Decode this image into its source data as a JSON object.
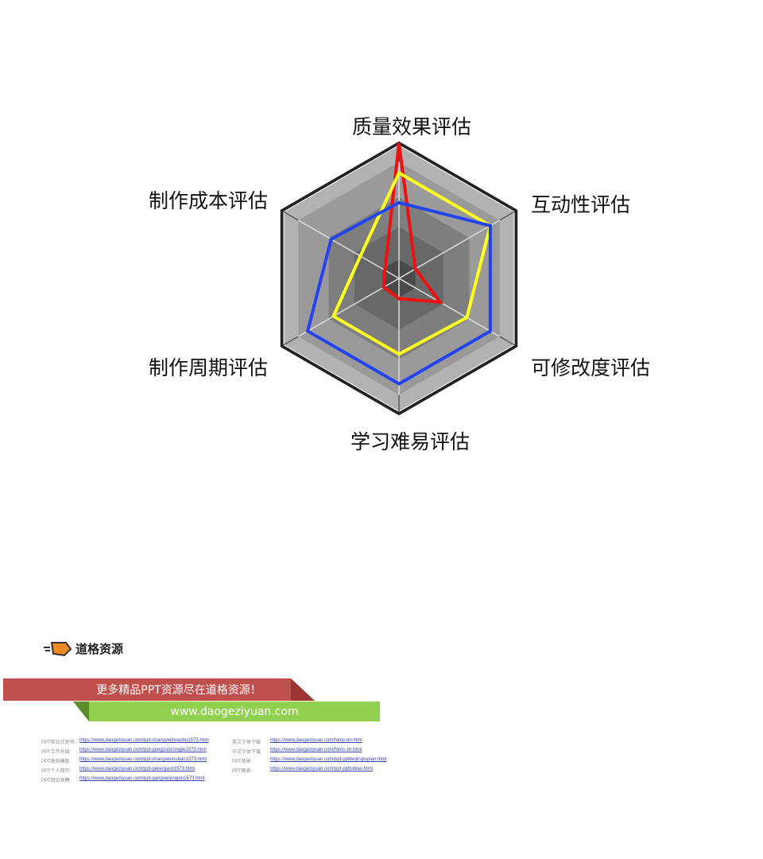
{
  "chart_data": {
    "type": "radar",
    "categories": [
      "质量效果评估",
      "互动性评估",
      "可修改度评估",
      "学习难易评估",
      "制作周期评估",
      "制作成本评估"
    ],
    "range": [
      0,
      100
    ],
    "series": [
      {
        "color": "#ee1111",
        "values": [
          100,
          14,
          35,
          15,
          13,
          12
        ]
      },
      {
        "color": "#ffff22",
        "values": [
          78,
          78,
          58,
          56,
          56,
          33
        ]
      },
      {
        "color": "#2244ee",
        "values": [
          56,
          78,
          78,
          78,
          78,
          58
        ]
      }
    ],
    "grid_fills": [
      "#b2b2b2",
      "#9a9a9a",
      "#7e7e7e",
      "#686868",
      "#4a4a4a"
    ]
  },
  "footer": {
    "logo_text": "道格资源",
    "banner_red": "更多精品PPT资源尽在道格资源！",
    "banner_green": "www.daogeziyuan.com",
    "links_left": [
      {
        "k": "PPT商业计划书:",
        "v": "https://www.daogeziyuan.com/ppt-shangyejihuashu1573.html"
      },
      {
        "k": "PPT工作总结:",
        "v": "https://www.daogeziyuan.com/ppt-gongzuozongjie1573.html"
      },
      {
        "k": "PPT商务模板:",
        "v": "https://www.daogeziyuan.com/ppt-shangwumuban1573.html"
      },
      {
        "k": "PPT个人简历:",
        "v": "https://www.daogeziyuan.com/ppt-gerenjianli1573.html"
      },
      {
        "k": "PPT岗位竞聘:",
        "v": "https://www.daogeziyuan.com/ppt-gangweijingpin1573.html"
      }
    ],
    "links_right": [
      {
        "k": "英文字体下载:",
        "v": "https://www.daogeziyuan.com/fonts-en.html"
      },
      {
        "k": "中文字体下载:",
        "v": "https://www.daogeziyuan.com/fonts-zh.html"
      },
      {
        "k": "PPT背景:",
        "v": "https://www.daogeziyuan.com/ppt-pptbeijingtupian.html"
      },
      {
        "k": "PPT图表:",
        "v": "https://www.daogeziyuan.com/ppt-ppttubiao.html"
      }
    ]
  }
}
